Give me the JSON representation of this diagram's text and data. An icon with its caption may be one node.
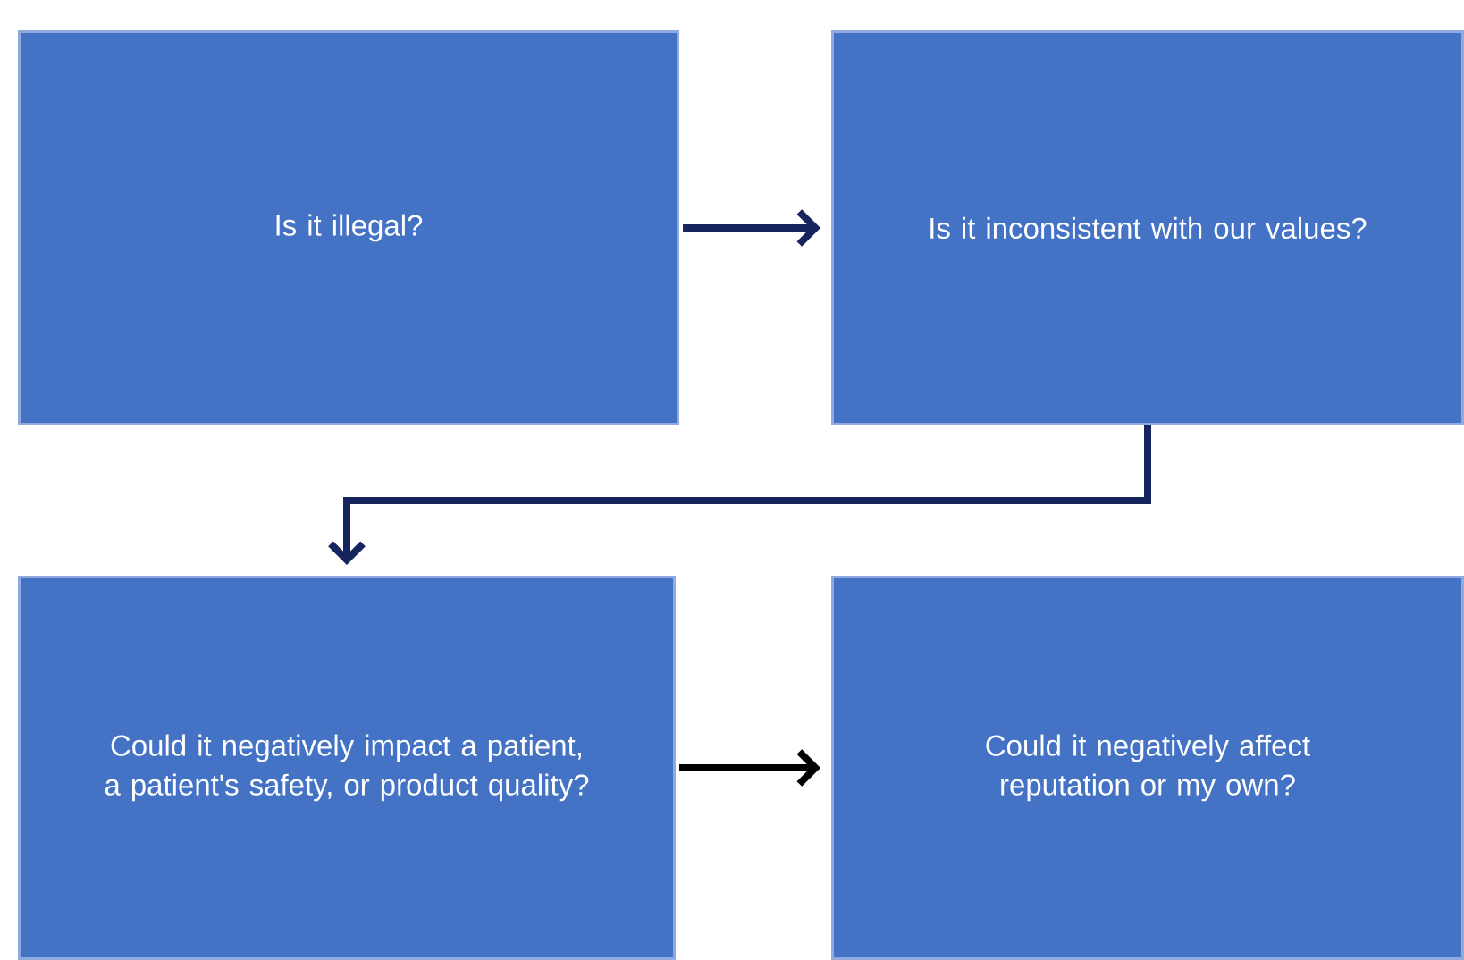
{
  "diagram": {
    "nodes": [
      {
        "text": [
          "Is it illegal?"
        ]
      },
      {
        "text": [
          "Is it inconsistent with our values?"
        ]
      },
      {
        "text": [
          "Could it negatively impact a patient, a patient's safety, or product quality?"
        ]
      },
      {
        "text": [
          "Could it negatively affect reputation or my own?"
        ]
      }
    ],
    "edges": [
      {
        "from": 0,
        "to": 1,
        "arrow": "to"
      },
      {
        "from": 1,
        "to": 2,
        "arrow": "to"
      },
      {
        "from": 2,
        "to": 3,
        "arrow": "to",
        "color": "#000000"
      }
    ]
  }
}
